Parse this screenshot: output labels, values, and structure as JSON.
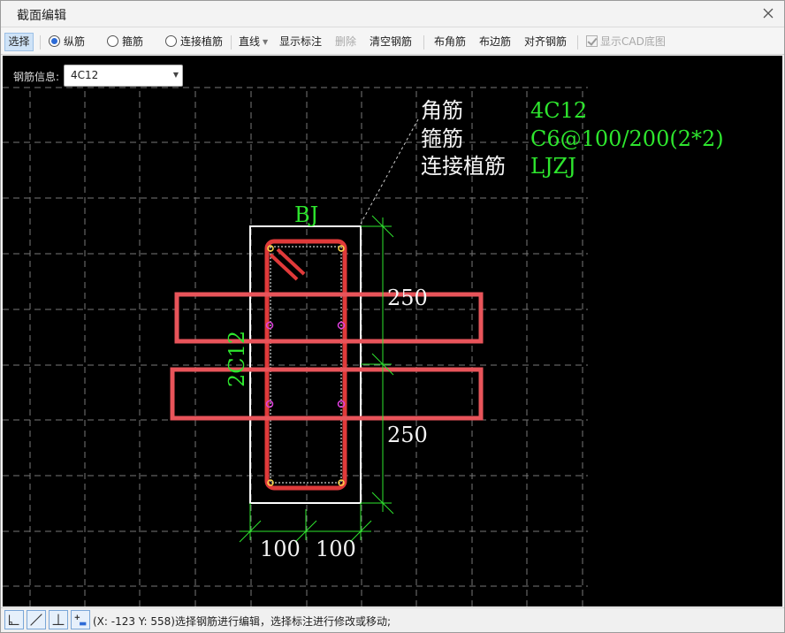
{
  "window": {
    "title": "截面编辑"
  },
  "toolbar": {
    "select": "选择",
    "longitudinal": "纵筋",
    "stirrup": "箍筋",
    "connect_bar": "连接植筋",
    "line": "直线",
    "show_dim": "显示标注",
    "delete": "删除",
    "clear_bars": "清空钢筋",
    "corner_bar": "布角筋",
    "side_bar": "布边筋",
    "align_bar": "对齐钢筋",
    "show_cad": "显示CAD底图"
  },
  "rebar_info": {
    "label": "钢筋信息:",
    "value": "4C12"
  },
  "annotation": {
    "corner_label": "角筋",
    "corner_value": "4C12",
    "stirrup_label": "箍筋",
    "stirrup_value": "C6@100/200(2*2)",
    "connect_label": "连接植筋",
    "connect_value": "LJZJ",
    "top_label": "BJ",
    "side_label": "2C12",
    "dim_right_1": "250",
    "dim_right_2": "250",
    "dim_bottom_1": "100",
    "dim_bottom_2": "100"
  },
  "status": {
    "text": "(X: -123 Y: 558)选择钢筋进行编辑，选择标注进行修改或移动;"
  },
  "colors": {
    "accent_green": "#2ee62e",
    "rebar_red": "#e03a3a",
    "marker_magenta": "#e040e0"
  }
}
